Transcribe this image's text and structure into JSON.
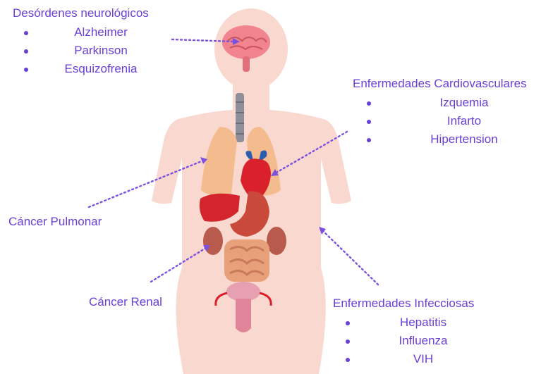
{
  "colors": {
    "label": "#6a3fd6",
    "arrow": "#7b52e0",
    "body": "#f9d9cf",
    "brain": "#f1848f",
    "heart": "#d9202b",
    "liver": "#d4242c",
    "lung": "#f4bb8e",
    "kidney": "#b85a4c",
    "intestine": "#e8a07a",
    "stomach": "#c94a3a",
    "uterus": "#e6a0b2",
    "trachea": "#8f8f99"
  },
  "groups": {
    "neuro": {
      "title": "Desórdenes neurológicos",
      "items": [
        "Alzheimer",
        "Parkinson",
        "Esquizofrenia"
      ]
    },
    "cardio": {
      "title": "Enfermedades Cardiovasculares",
      "items": [
        "Izquemia",
        "Infarto",
        "Hipertension"
      ]
    },
    "pulmonar": {
      "title": "Cáncer Pulmonar"
    },
    "renal": {
      "title": "Cáncer Renal"
    },
    "infecciosas": {
      "title": "Enfermedades Infecciosas",
      "items": [
        "Hepatitis",
        "Influenza",
        "VIH"
      ]
    }
  }
}
